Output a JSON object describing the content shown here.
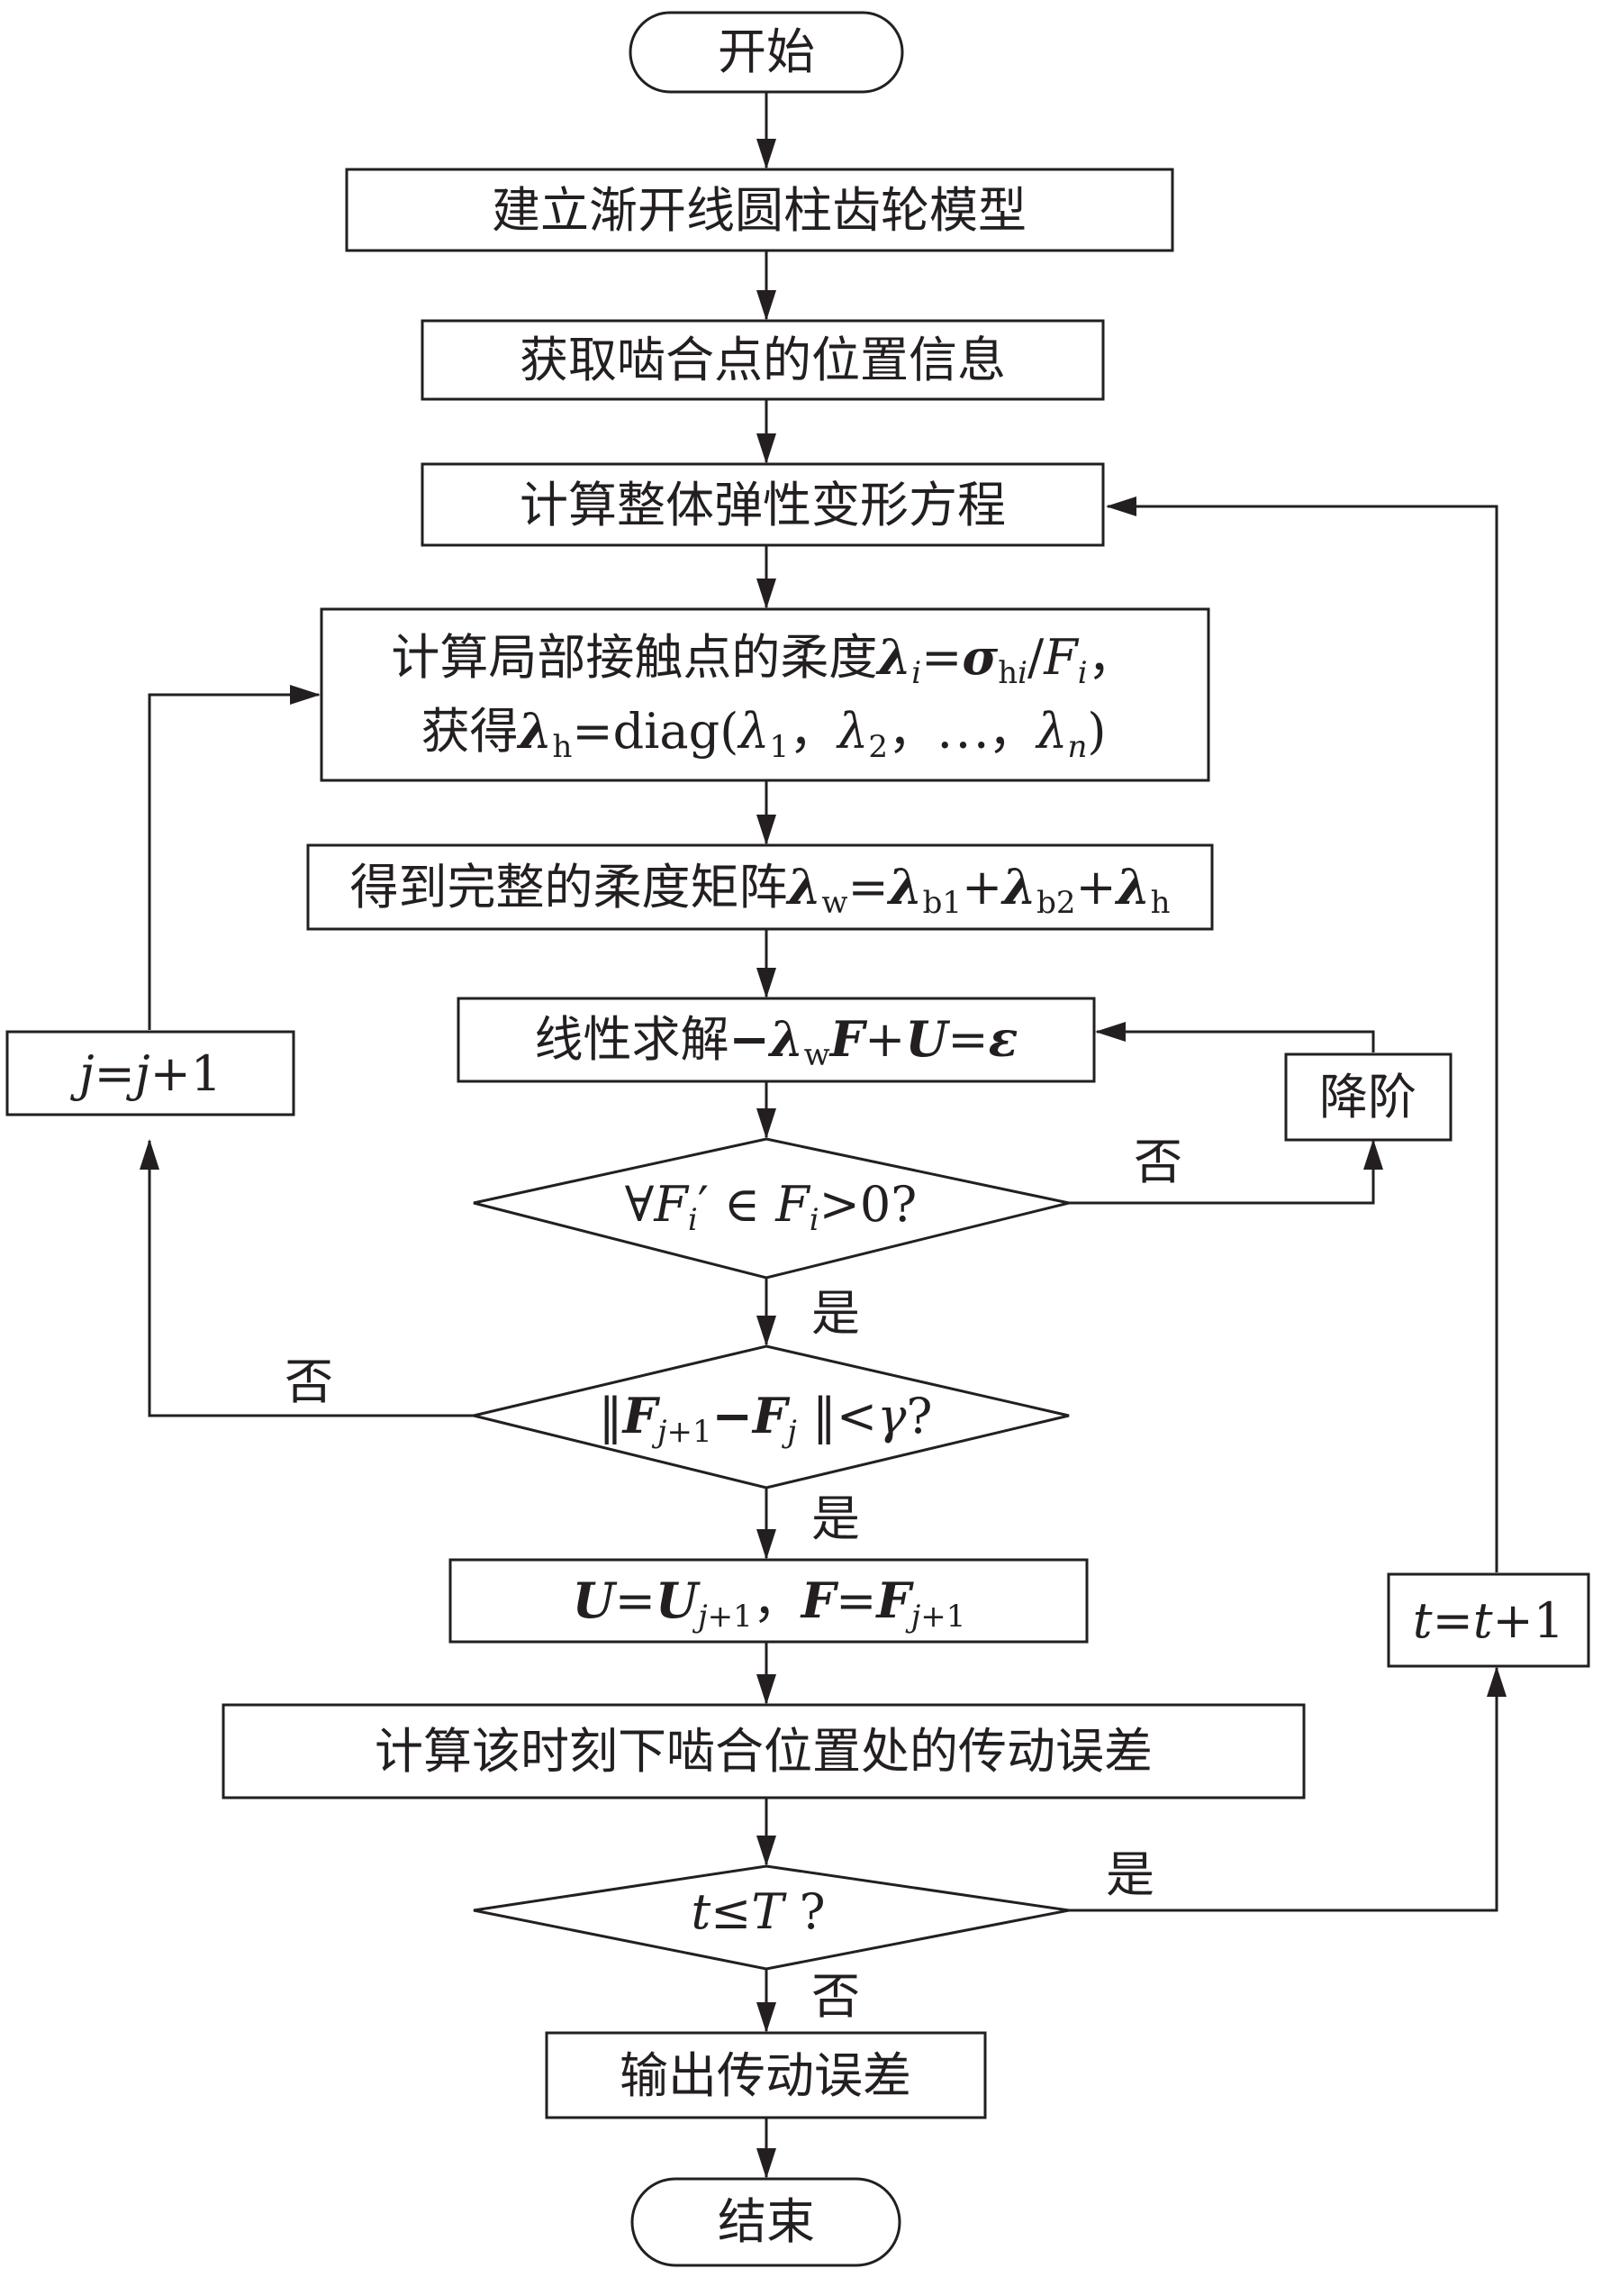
{
  "nodes": {
    "start": "开始",
    "build_model": "建立渐开线圆柱齿轮模型",
    "get_position": "获取啮合点的位置信息",
    "deformation_eq": "计算整体弹性变形方程",
    "local_flex": {
      "line1_cn": "计算局部接触点的柔度",
      "lam": "λ",
      "sub_i": "i",
      "eq": "=",
      "sigma": "σ",
      "sub_hi_h": "h",
      "sub_hi_i": "i",
      "slash": "/",
      "F": "F",
      "comma": "，",
      "line2_cn": "获得",
      "sub_h": "h",
      "diag": "=diag(",
      "sub_1": "1",
      "sep1": "，",
      "sub_2": "2",
      "sep2": "，",
      "dots": "⋯",
      "sep3": "，",
      "sub_n": "n",
      "close": ")"
    },
    "full_matrix": {
      "cn": "得到完整的柔度矩阵",
      "lam": "λ",
      "sub_w": "w",
      "eq": "=",
      "sub_b1": "b1",
      "plus": "+",
      "sub_b2": "b2",
      "sub_h": "h"
    },
    "linear_solve": {
      "cn": "线性求解",
      "minus": "−",
      "lam": "λ",
      "sub_w": "w",
      "F": "F",
      "plus": "+",
      "U": "U",
      "eq": "=",
      "eps": "ε"
    },
    "reduce_order": "降阶",
    "cond_force": {
      "forall": "∀",
      "F": "F",
      "sub_i": "i",
      "prime": "′",
      "in": " ∈ ",
      "gt": ">0?"
    },
    "cond_converge": {
      "norm_l": "‖",
      "F": "F",
      "sub_j1": "j",
      "sub_plus1": "+1",
      "minus": "−",
      "sub_j": "j",
      "norm_r": " ‖<",
      "gamma": "γ",
      "q": "?"
    },
    "assign": {
      "U": "U",
      "eq": "=",
      "sub_j": "j",
      "sub_plus1": "+1",
      "comma": "，",
      "F": "F"
    },
    "trans_error": "计算该时刻下啮合位置处的传动误差",
    "cond_time": {
      "t": "t",
      "le": "≤",
      "T": "T",
      "q": " ?"
    },
    "output": "输出传动误差",
    "end": "结束",
    "j_inc": {
      "j": "j",
      "eq": "=",
      "plus1": "+1"
    },
    "t_inc": {
      "t": "t",
      "eq": "=",
      "plus1": "+1"
    }
  },
  "labels": {
    "no_force": "否",
    "yes_force": "是",
    "no_converge": "否",
    "yes_converge": "是",
    "yes_time": "是",
    "no_time": "否"
  }
}
